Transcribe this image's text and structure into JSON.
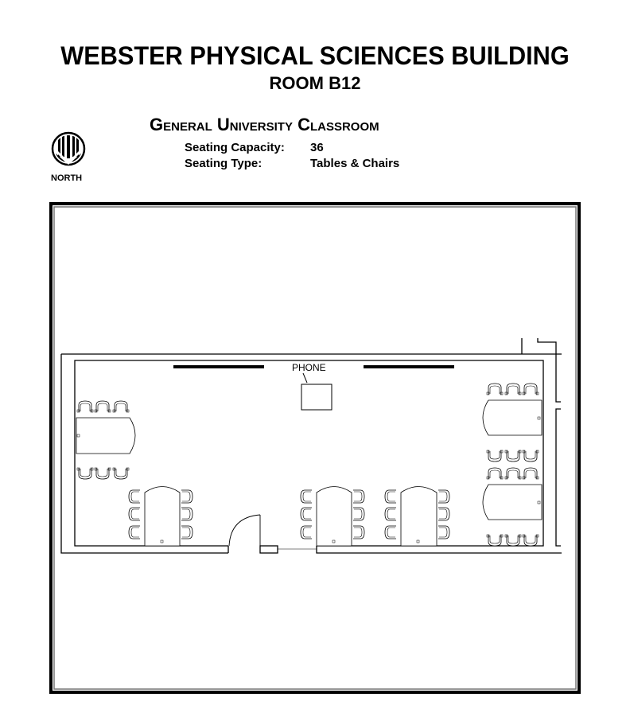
{
  "header": {
    "building": "WEBSTER PHYSICAL SCIENCES BUILDING",
    "room": "ROOM B12",
    "room_type": "General University Classroom"
  },
  "info": {
    "capacity_label": "Seating Capacity:",
    "capacity_value": "36",
    "type_label": "Seating Type:",
    "type_value": "Tables & Chairs"
  },
  "compass": {
    "label": "NORTH",
    "icon": "north-arrow-icon"
  },
  "floor_plan": {
    "phone_label": "PHONE",
    "tables": [
      {
        "id": "west",
        "orientation": "horizontal",
        "chairs": 6
      },
      {
        "id": "south-1",
        "orientation": "vertical",
        "chairs": 6
      },
      {
        "id": "south-2",
        "orientation": "vertical",
        "chairs": 6
      },
      {
        "id": "south-3",
        "orientation": "vertical",
        "chairs": 6
      },
      {
        "id": "east-1",
        "orientation": "horizontal",
        "chairs": 6
      },
      {
        "id": "east-2",
        "orientation": "horizontal",
        "chairs": 6
      }
    ],
    "whiteboards": 2,
    "doors": 1
  },
  "colors": {
    "ink": "#000000",
    "frame_gray": "#555555"
  }
}
